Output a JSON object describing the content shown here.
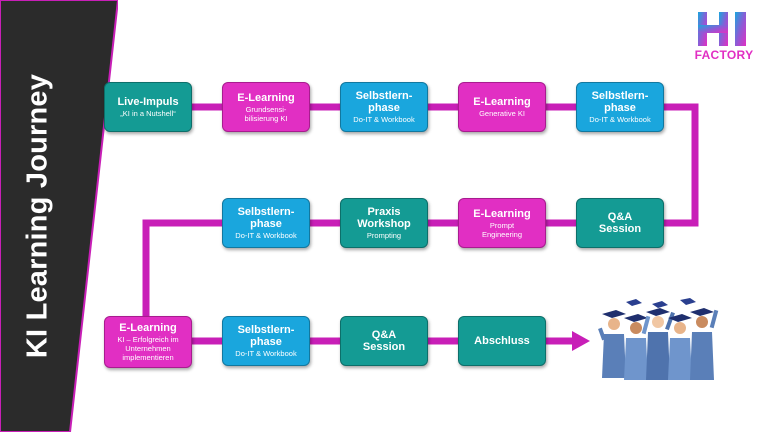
{
  "title": "KI Learning Journey",
  "logo": {
    "text": "FACTORY",
    "mark": "HI"
  },
  "colors": {
    "teal": "#149b94",
    "pink": "#e12fc3",
    "blue": "#1aa6dd",
    "connector": "#c81fb7",
    "sidebar": "#2b2b2b"
  },
  "steps": [
    {
      "title": "Live-Impuls",
      "sub": "„KI in a Nutshell“",
      "color": "teal"
    },
    {
      "title": "E-Learning",
      "sub": "Grundsensi-\nbilisierung KI",
      "color": "pink"
    },
    {
      "title": "Selbstlern-\nphase",
      "sub": "Do-IT & Workbook",
      "color": "blue"
    },
    {
      "title": "E-Learning",
      "sub": "Generative KI",
      "color": "pink"
    },
    {
      "title": "Selbstlern-\nphase",
      "sub": "Do-IT & Workbook",
      "color": "blue"
    },
    {
      "title": "Q&A\nSession",
      "sub": "",
      "color": "teal"
    },
    {
      "title": "E-Learning",
      "sub": "Prompt\nEngineering",
      "color": "pink"
    },
    {
      "title": "Praxis\nWorkshop",
      "sub": "Prompting",
      "color": "teal"
    },
    {
      "title": "Selbstlern-\nphase",
      "sub": "Do-IT & Workbook",
      "color": "blue"
    },
    {
      "title": "E-Learning",
      "sub": "KI – Erfolgreich im\nUnternehmen\nimplementieren",
      "color": "pink"
    },
    {
      "title": "Selbstlern-\nphase",
      "sub": "Do-IT & Workbook",
      "color": "blue"
    },
    {
      "title": "Q&A\nSession",
      "sub": "",
      "color": "teal"
    },
    {
      "title": "Abschluss",
      "sub": "",
      "color": "teal"
    }
  ],
  "illustration": {
    "icon": "graduates-illustration"
  }
}
